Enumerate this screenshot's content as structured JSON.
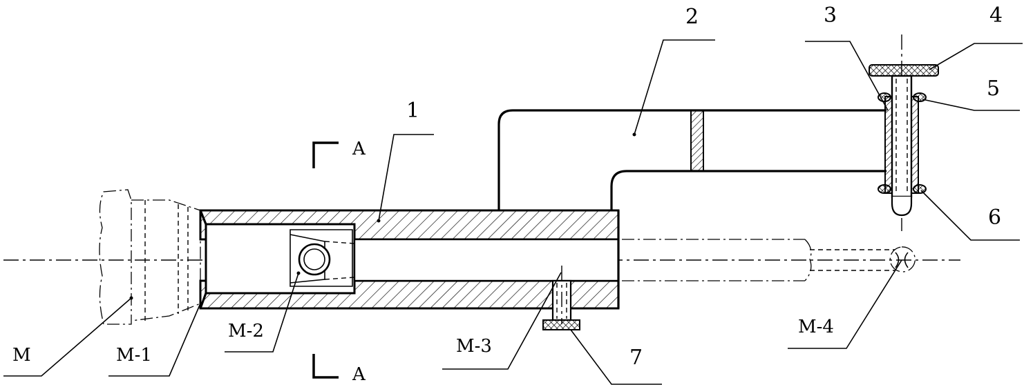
{
  "labels": {
    "part_1": "1",
    "part_2": "2",
    "part_3": "3",
    "part_4": "4",
    "part_5": "5",
    "part_6": "6",
    "part_7": "7",
    "m": "M",
    "m1": "M-1",
    "m2": "M-2",
    "m3": "M-3",
    "m4": "M-4",
    "section_top": "A",
    "section_bottom": "A"
  }
}
